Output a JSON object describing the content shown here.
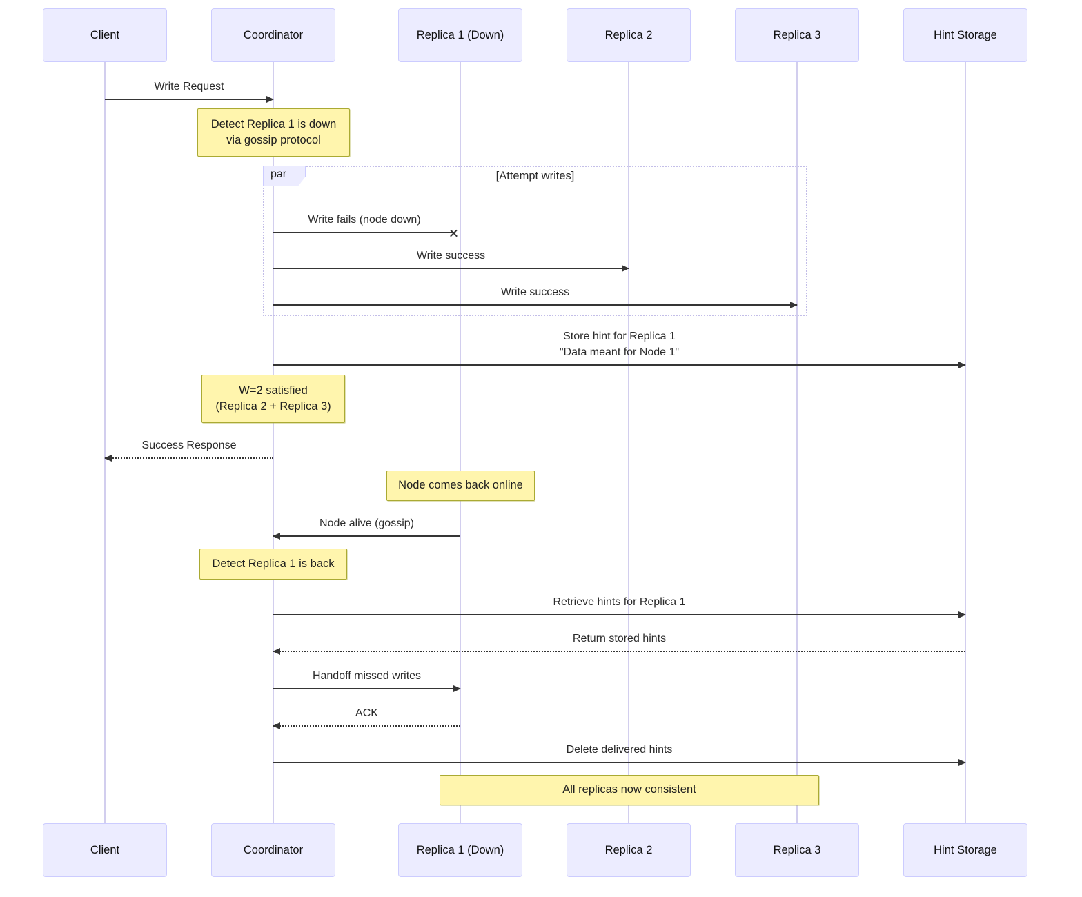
{
  "diagram": {
    "type": "sequence-diagram",
    "topic": "hinted handoff write flow",
    "actors": [
      {
        "id": "client",
        "label": "Client"
      },
      {
        "id": "coordinator",
        "label": "Coordinator"
      },
      {
        "id": "replica1",
        "label": "Replica 1 (Down)"
      },
      {
        "id": "replica2",
        "label": "Replica 2"
      },
      {
        "id": "replica3",
        "label": "Replica 3"
      },
      {
        "id": "hintstorage",
        "label": "Hint Storage"
      }
    ],
    "messages": [
      {
        "from": "Client",
        "to": "Coordinator",
        "label": "Write Request",
        "line": "solid",
        "arrowhead": "filled"
      },
      {
        "from": "Coordinator",
        "to": "Replica 1 (Down)",
        "label": "Write fails (node down)",
        "line": "solid",
        "arrowhead": "cross"
      },
      {
        "from": "Coordinator",
        "to": "Replica 2",
        "label": "Write success",
        "line": "solid",
        "arrowhead": "filled"
      },
      {
        "from": "Coordinator",
        "to": "Replica 3",
        "label": "Write success",
        "line": "solid",
        "arrowhead": "filled"
      },
      {
        "from": "Coordinator",
        "to": "Hint Storage",
        "label": "Store hint for Replica 1\n\"Data meant for Node 1\"",
        "line": "solid",
        "arrowhead": "filled"
      },
      {
        "from": "Coordinator",
        "to": "Client",
        "label": "Success Response",
        "line": "dotted",
        "arrowhead": "filled"
      },
      {
        "from": "Replica 1 (Down)",
        "to": "Coordinator",
        "label": "Node alive (gossip)",
        "line": "solid",
        "arrowhead": "filled"
      },
      {
        "from": "Coordinator",
        "to": "Hint Storage",
        "label": "Retrieve hints for Replica 1",
        "line": "solid",
        "arrowhead": "filled"
      },
      {
        "from": "Hint Storage",
        "to": "Coordinator",
        "label": "Return stored hints",
        "line": "dotted",
        "arrowhead": "filled"
      },
      {
        "from": "Coordinator",
        "to": "Replica 1 (Down)",
        "label": "Handoff missed writes",
        "line": "solid",
        "arrowhead": "filled"
      },
      {
        "from": "Replica 1 (Down)",
        "to": "Coordinator",
        "label": "ACK",
        "line": "dotted",
        "arrowhead": "filled"
      },
      {
        "from": "Coordinator",
        "to": "Hint Storage",
        "label": "Delete delivered hints",
        "line": "solid",
        "arrowhead": "filled"
      }
    ],
    "notes": [
      {
        "over": "Coordinator",
        "text": "Detect Replica 1 is down\nvia gossip protocol"
      },
      {
        "over": "Coordinator",
        "text": "W=2 satisfied\n(Replica 2 + Replica 3)"
      },
      {
        "over": "Replica 1 (Down)",
        "text": "Node comes back online"
      },
      {
        "over": "Coordinator",
        "text": "Detect Replica 1 is back"
      },
      {
        "over": "Replica 1 (Down), Replica 3",
        "text": "All replicas now consistent"
      }
    ],
    "par_block": {
      "label": "par",
      "condition": "[Attempt writes]"
    },
    "colors": {
      "actor_fill": "#ECECFF",
      "actor_border": "#CCCCFF",
      "note_fill": "#FFF5AD",
      "note_border": "#AAAA33",
      "message_line": "#353535",
      "lifeline": "#D2CEEE",
      "par_border": "#C3BEE8",
      "text": "#1F1F1F"
    }
  }
}
